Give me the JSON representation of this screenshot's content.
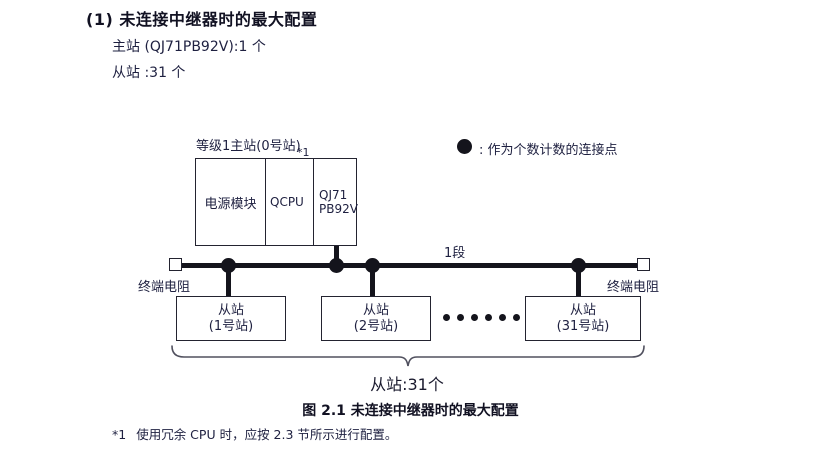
{
  "heading": {
    "number": "(1)",
    "title": "(1) 未连接中继器时的最大配置",
    "line1": "主站 (QJ71PB92V):1 个",
    "line2": "从站 :31 个"
  },
  "legend": {
    "icon": "filled-circle",
    "text": ": 作为个数计数的连接点"
  },
  "diagram": {
    "master": {
      "caption": "等级1主站(0号站)",
      "cells": [
        {
          "label": "电源模块"
        },
        {
          "label": "QCPU",
          "footnote_mark": "*1"
        },
        {
          "label_line1": "QJ71",
          "label_line2": "PB92V"
        }
      ]
    },
    "bus": {
      "segment_label": "1段",
      "terminator_left_label": "终端电阻",
      "terminator_right_label": "终端电阻",
      "connection_points": 4
    },
    "slaves": [
      {
        "line1": "从站",
        "line2": "(1号站)"
      },
      {
        "line1": "从站",
        "line2": "(2号站)"
      },
      {
        "line1": "从站",
        "line2": "(31号站)"
      }
    ],
    "ellipsis_dots": 6,
    "brace_label": "从站:31个"
  },
  "caption": "图 2.1  未连接中继器时的最大配置",
  "footnote": {
    "mark": "*1",
    "text": "使用冗余 CPU 时，应按 2.3 节所示进行配置。"
  },
  "colors": {
    "ink": "#1e2040",
    "line": "#14141c",
    "background": "#ffffff"
  }
}
